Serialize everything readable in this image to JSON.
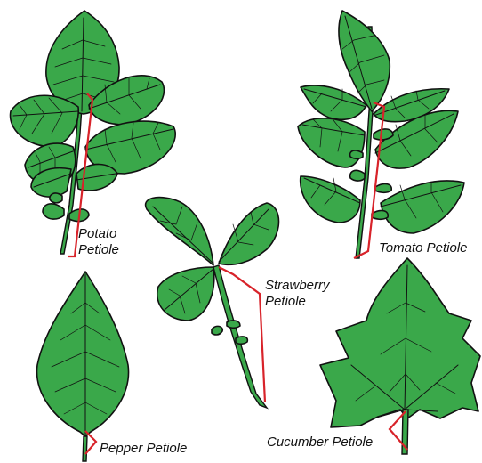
{
  "labels": {
    "potato_line1": "Potato",
    "potato_line2": "Petiole",
    "tomato": "Tomato Petiole",
    "strawberry_line1": "Strawberry",
    "strawberry_line2": "Petiole",
    "pepper": "Pepper Petiole",
    "cucumber": "Cucumber Petiole"
  },
  "colors": {
    "leaf_fill": "#3aa84a",
    "leaf_outline": "#111111",
    "petiole_marker": "#d8232a",
    "text": "#111111",
    "background": "#ffffff"
  }
}
